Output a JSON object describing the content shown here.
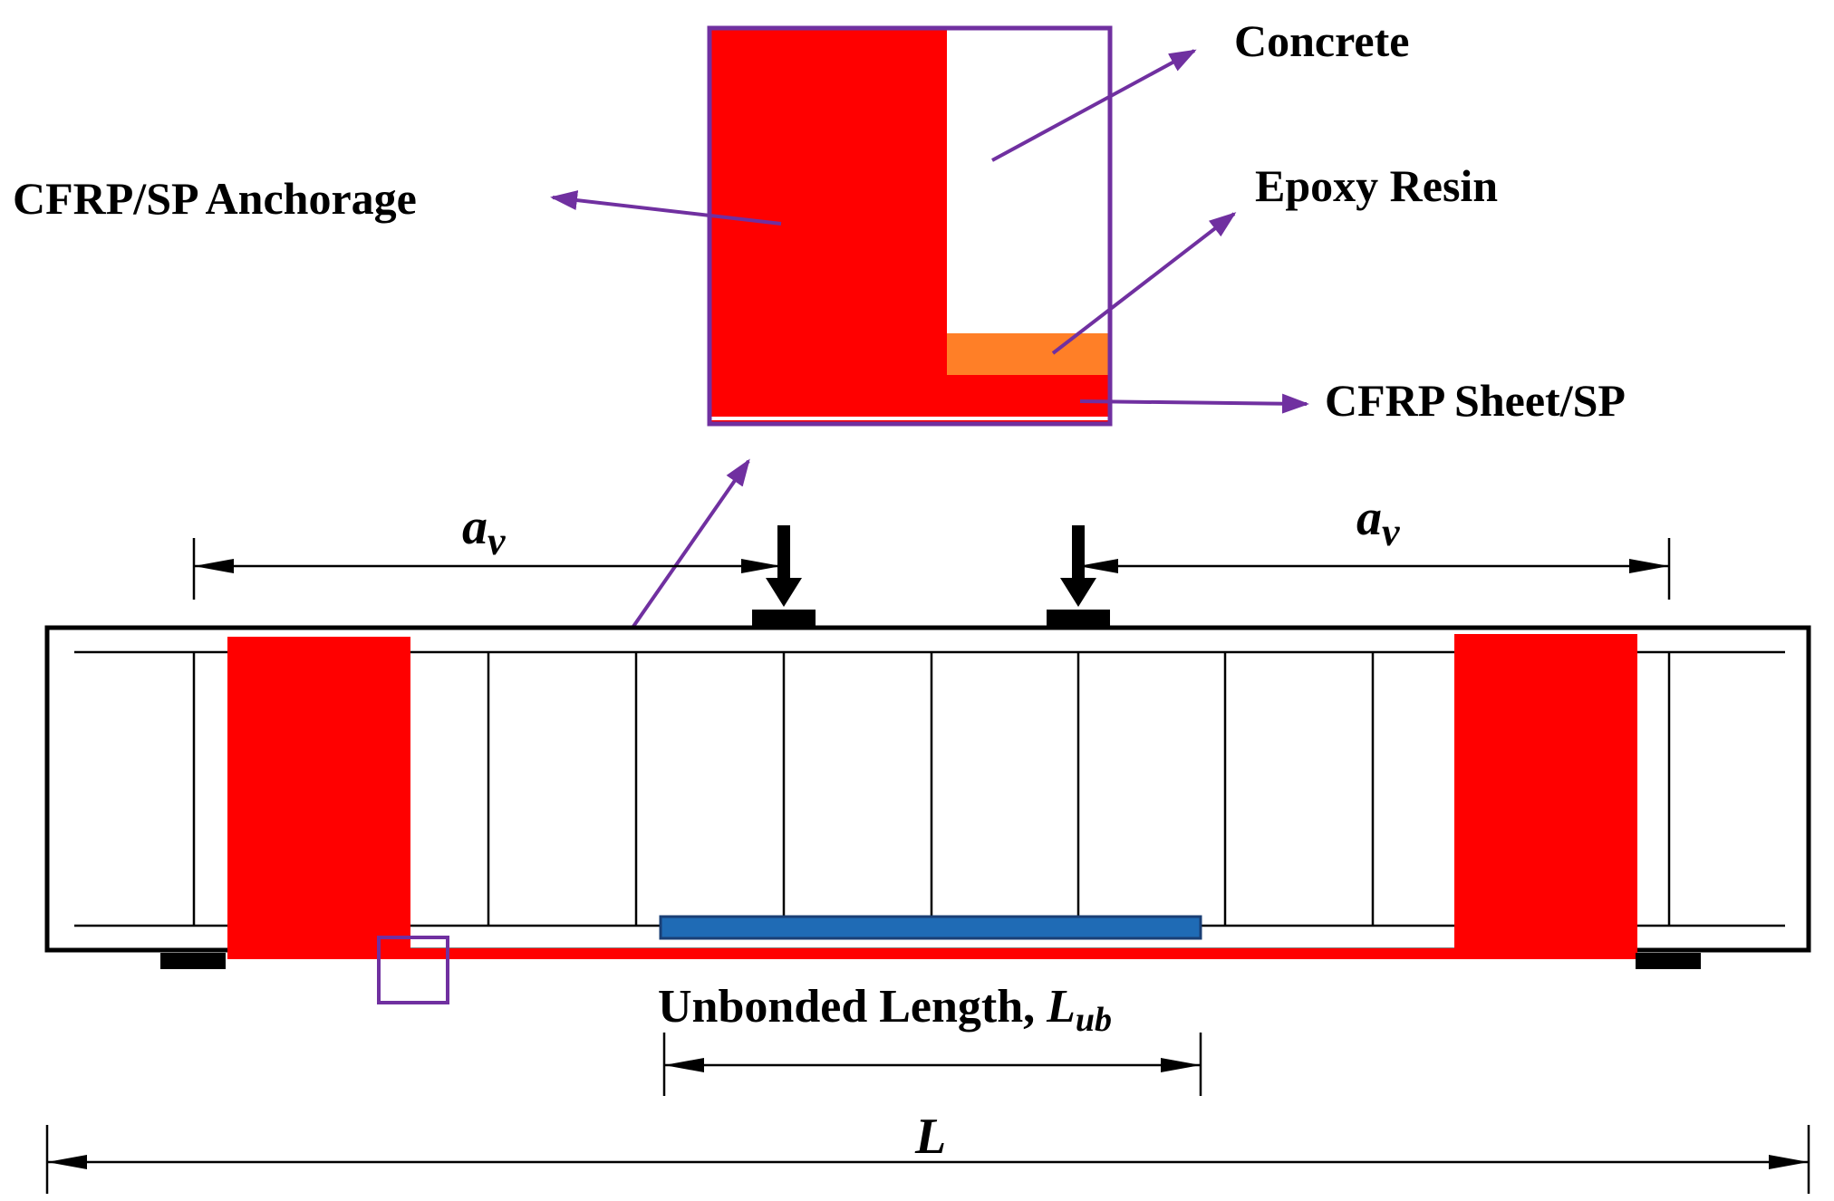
{
  "labels": {
    "concrete": "Concrete",
    "epoxy_resin": "Epoxy Resin",
    "cfrp_sp_anchorage": "CFRP/SP Anchorage",
    "cfrp_sheet_sp": "CFRP Sheet/SP",
    "shear_span_symbol": "a",
    "shear_span_subscript": "v",
    "unbonded_length_text": "Unbonded Length, ",
    "unbonded_length_symbol": "L",
    "unbonded_length_subscript": "ub",
    "total_length": "L"
  },
  "colors": {
    "cfrp_red": "#ff0000",
    "epoxy_orange": "#ff7f27",
    "debond_blue": "#1f6bb5",
    "arrow_purple": "#7030a0",
    "outline_black": "#000000"
  }
}
